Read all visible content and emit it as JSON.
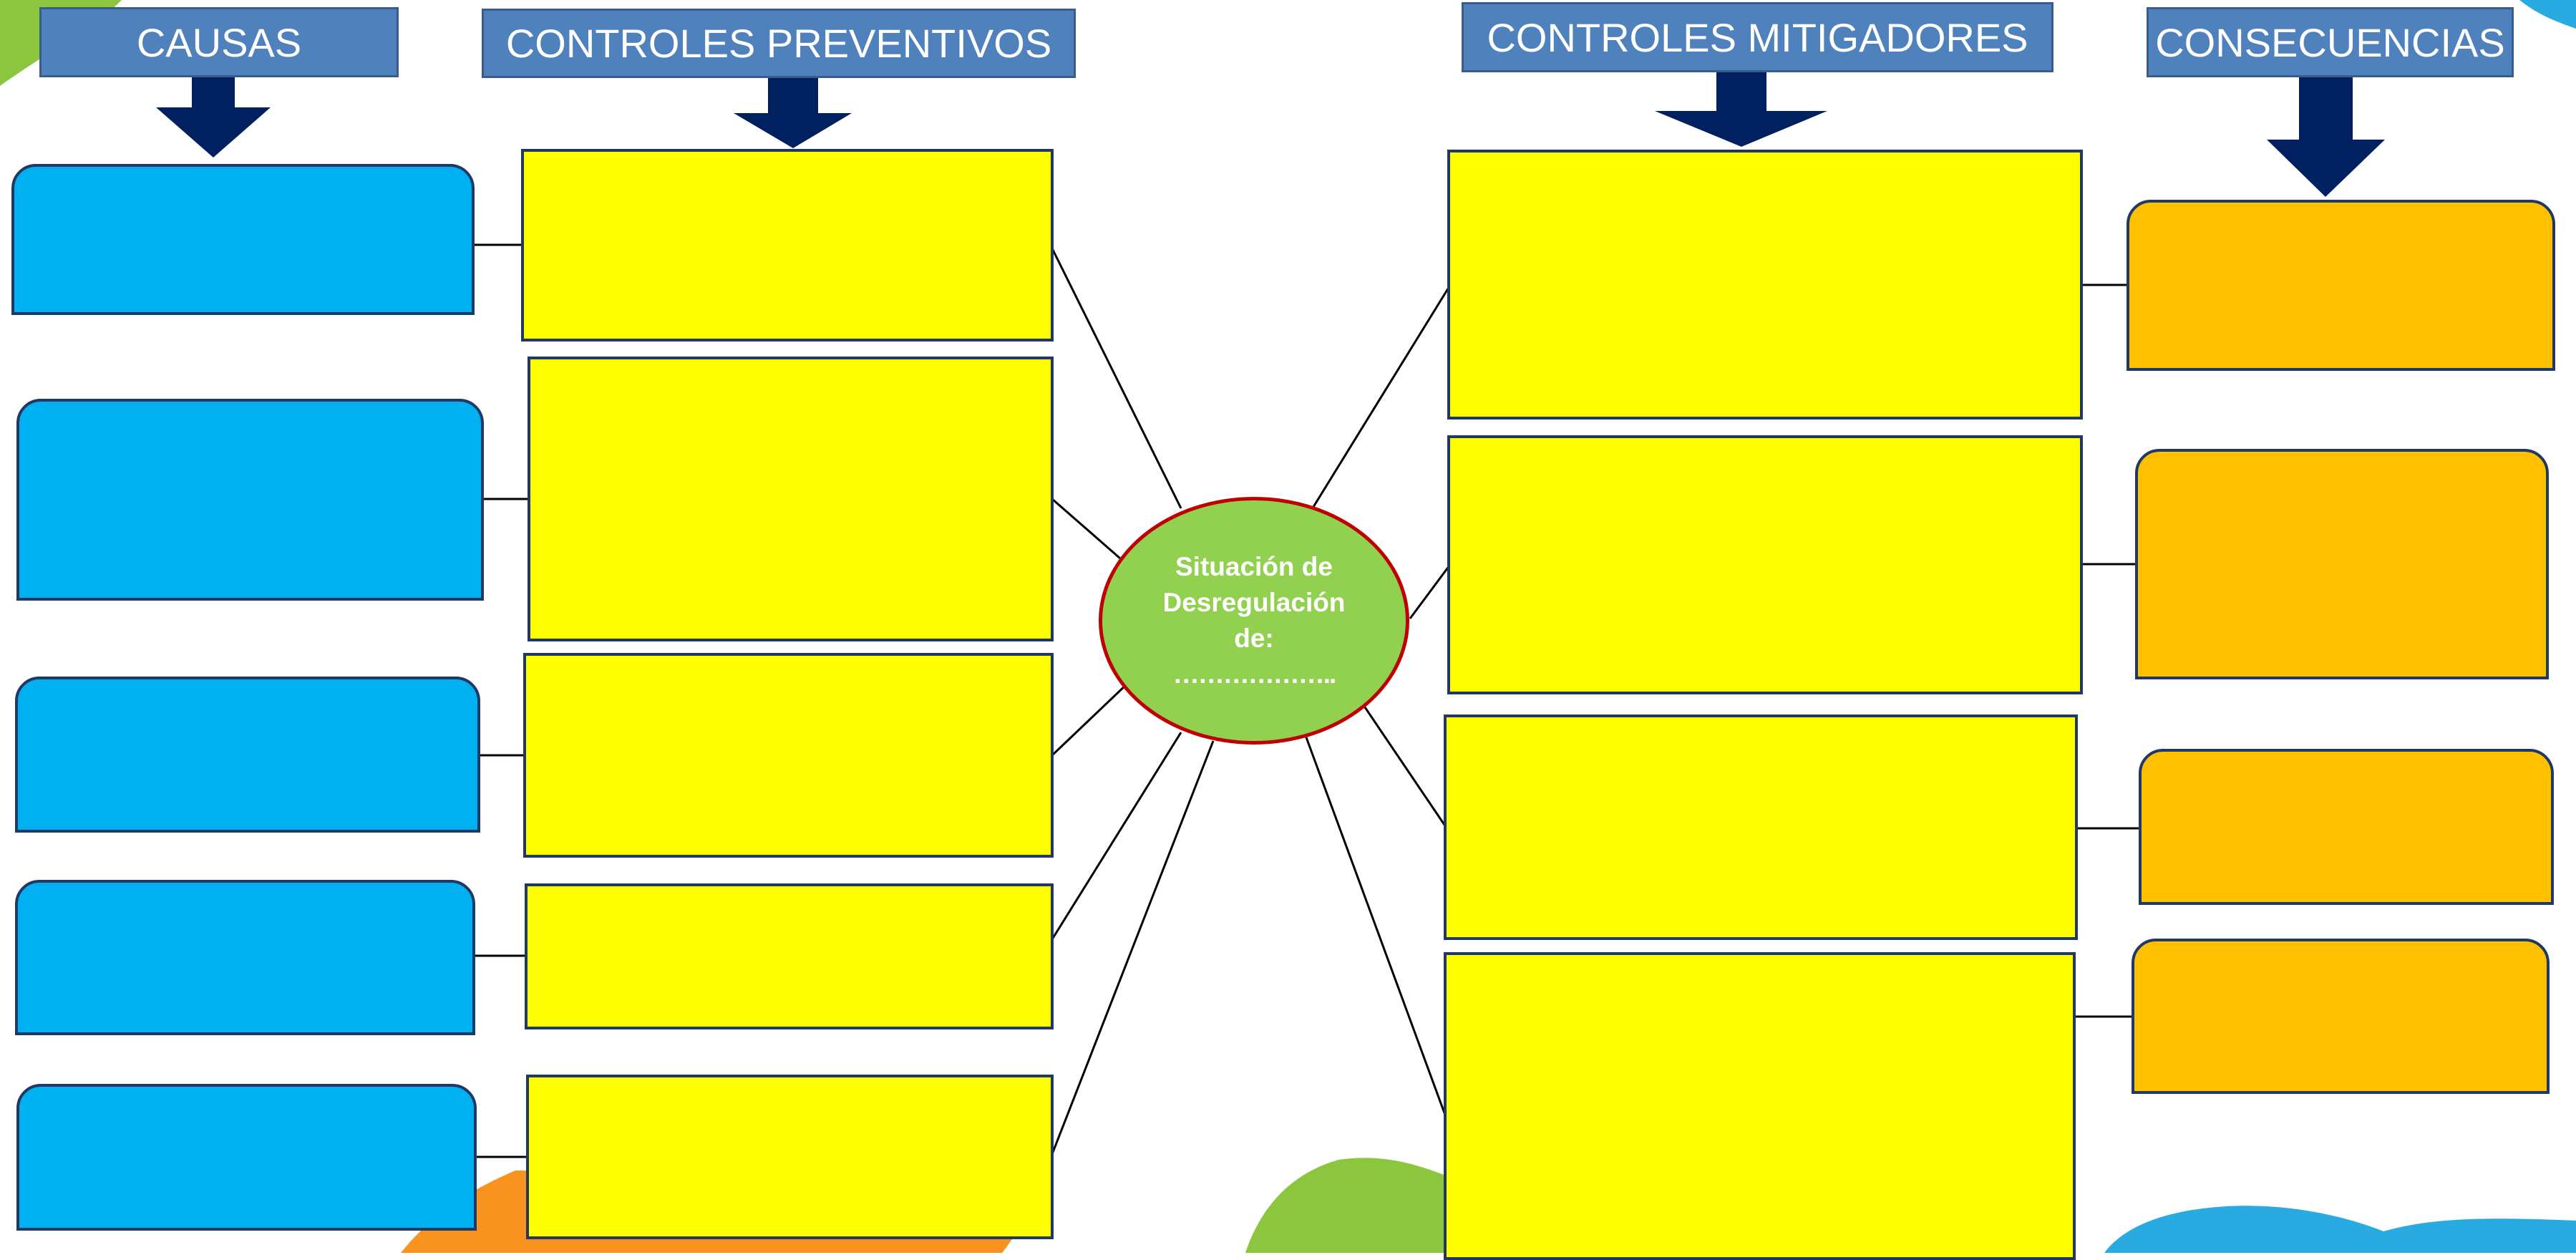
{
  "headers": {
    "causas": "CAUSAS",
    "controles_preventivos": "CONTROLES PREVENTIVOS",
    "controles_mitigadores": "CONTROLES MITIGADORES",
    "consecuencias": "CONSECUENCIAS"
  },
  "center": {
    "line1": "Situación de",
    "line2": "Desregulación",
    "line3": "de:",
    "line4": "……………….."
  },
  "colors": {
    "header_bg": "#4f81bd",
    "arrow": "#002060",
    "cause_box": "#00b0f0",
    "control_box": "#ffff00",
    "consequence_box": "#ffc000",
    "center_fill": "#92d050",
    "center_border": "#c00000"
  }
}
